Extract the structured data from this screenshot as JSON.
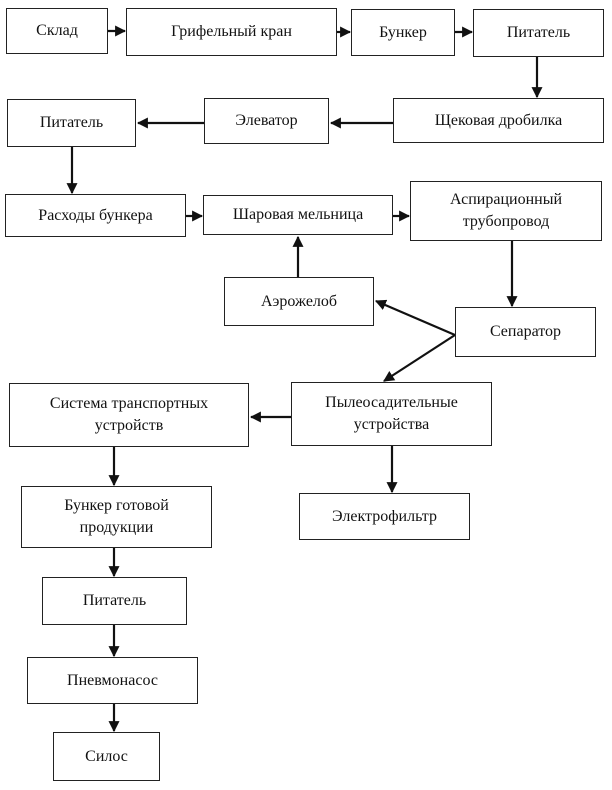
{
  "diagram": {
    "type": "flowchart",
    "nodes": [
      {
        "id": "sklad",
        "label": "Склад"
      },
      {
        "id": "grifel",
        "label": "Грифельный кран"
      },
      {
        "id": "bunker",
        "label": "Бункер"
      },
      {
        "id": "pitatel1",
        "label": "Питатель"
      },
      {
        "id": "shchek",
        "label": "Щековая дробилка"
      },
      {
        "id": "elevator",
        "label": "Элеватор"
      },
      {
        "id": "pitatel2",
        "label": "Питатель"
      },
      {
        "id": "raskhody",
        "label": "Расходы бункера"
      },
      {
        "id": "mill",
        "label": "Шаровая мельница"
      },
      {
        "id": "aspir",
        "label": "Аспирационный трубопровод"
      },
      {
        "id": "aerozh",
        "label": "Аэрожелоб"
      },
      {
        "id": "separ",
        "label": "Сепаратор"
      },
      {
        "id": "pyleos",
        "label": "Пылеосадительные устройства"
      },
      {
        "id": "sistema",
        "label": "Система транспортных устройств"
      },
      {
        "id": "electro",
        "label": "Электрофильтр"
      },
      {
        "id": "bunker_gp",
        "label": "Бункер готовой продукции"
      },
      {
        "id": "pitatel3",
        "label": "Питатель"
      },
      {
        "id": "pnevmo",
        "label": "Пневмонасос"
      },
      {
        "id": "silos",
        "label": "Силос"
      }
    ],
    "edges": [
      {
        "from": "sklad",
        "to": "grifel"
      },
      {
        "from": "grifel",
        "to": "bunker"
      },
      {
        "from": "bunker",
        "to": "pitatel1"
      },
      {
        "from": "pitatel1",
        "to": "shchek"
      },
      {
        "from": "shchek",
        "to": "elevator"
      },
      {
        "from": "elevator",
        "to": "pitatel2"
      },
      {
        "from": "pitatel2",
        "to": "raskhody"
      },
      {
        "from": "raskhody",
        "to": "mill"
      },
      {
        "from": "mill",
        "to": "aspir"
      },
      {
        "from": "aspir",
        "to": "separ"
      },
      {
        "from": "separ",
        "to": "aerozh"
      },
      {
        "from": "aerozh",
        "to": "mill"
      },
      {
        "from": "separ",
        "to": "pyleos"
      },
      {
        "from": "pyleos",
        "to": "sistema"
      },
      {
        "from": "pyleos",
        "to": "electro"
      },
      {
        "from": "sistema",
        "to": "bunker_gp"
      },
      {
        "from": "bunker_gp",
        "to": "pitatel3"
      },
      {
        "from": "pitatel3",
        "to": "pnevmo"
      },
      {
        "from": "pnevmo",
        "to": "silos"
      }
    ]
  }
}
